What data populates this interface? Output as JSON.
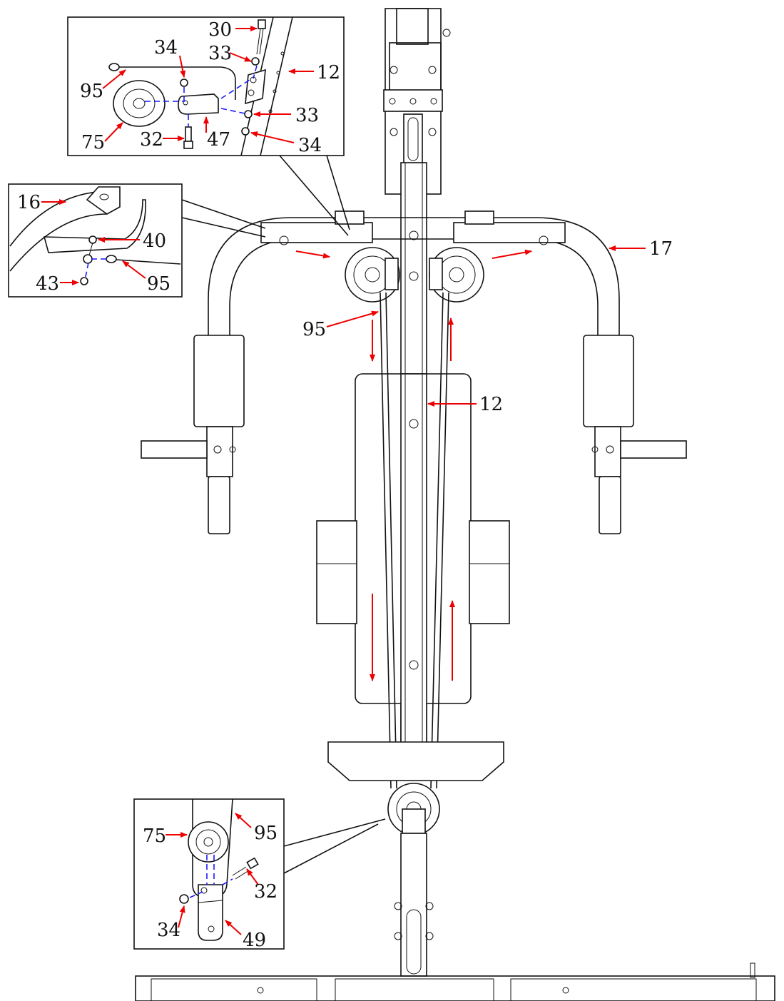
{
  "labels": {
    "top_inset": {
      "l30": "30",
      "l33a": "33",
      "l12": "12",
      "l34a": "34",
      "l95": "95",
      "l75": "75",
      "l32": "32",
      "l47": "47",
      "l33b": "33",
      "l34b": "34"
    },
    "left_inset": {
      "l16": "16",
      "l40": "40",
      "l43": "43",
      "l95": "95"
    },
    "main": {
      "l17": "17",
      "l95": "95",
      "l12": "12"
    },
    "bottom_inset": {
      "l75": "75",
      "l95": "95",
      "l32": "32",
      "l34": "34",
      "l49": "49"
    }
  },
  "colors": {
    "leader_arrow": "#ee0000",
    "assembly_line": "#1a1aff",
    "line_art": "#111111"
  }
}
